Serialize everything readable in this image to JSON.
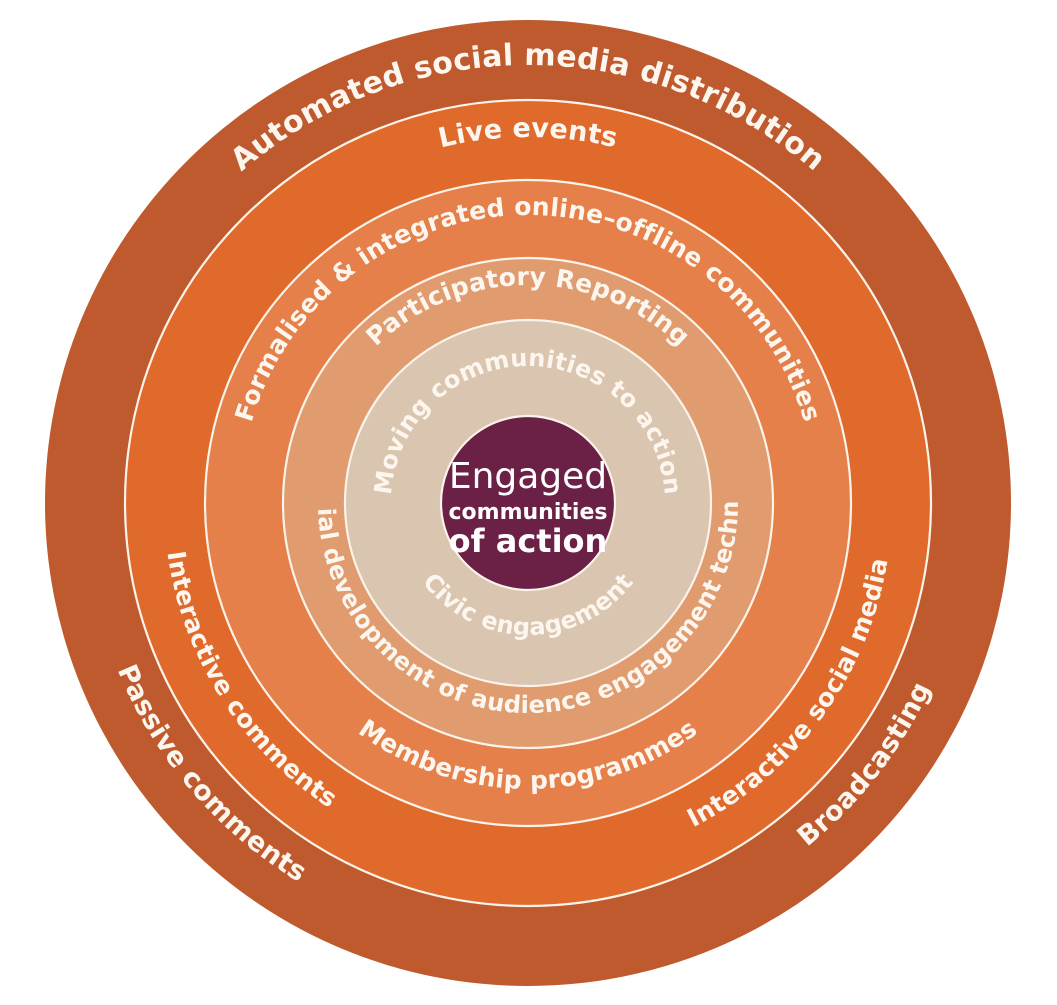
{
  "diagram": {
    "title": "Engaged communities of action",
    "type": "concentric-rings",
    "center": {
      "line1": "Engaged",
      "line2": "communities",
      "line3": "of action",
      "color": "#6b2046"
    },
    "rings": [
      {
        "index": 1,
        "name": "outermost-ring",
        "color": "#bf5a2e",
        "labels": [
          "Automated social media distribution",
          "Passive comments",
          "Broadcasting"
        ]
      },
      {
        "index": 2,
        "name": "ring-two",
        "color": "#e06a2c",
        "labels": [
          "Live events",
          "Interactive comments",
          "Interactive social media"
        ]
      },
      {
        "index": 3,
        "name": "ring-three",
        "color": "#e5804a",
        "labels": [
          "Formalised & integrated online-offline communities",
          "Membership programmes"
        ]
      },
      {
        "index": 4,
        "name": "ring-four",
        "color": "#e09b6f",
        "labels": [
          "Participatory Reporting",
          "Editorial development of audience engagement technology"
        ]
      },
      {
        "index": 5,
        "name": "innermost-ring",
        "color": "#d9c5b0",
        "labels": [
          "Moving communities to action",
          "Civic engagement"
        ]
      }
    ],
    "label_text": {
      "automated_social_media": "Automated social media distribution",
      "passive_comments": "Passive comments",
      "broadcasting": "Broadcasting",
      "live_events": "Live events",
      "interactive_comments": "Interactive comments",
      "interactive_social_media": "Interactive social media",
      "formalised_communities": "Formalised & integrated online–offline communities",
      "membership_programmes": "Membership programmes",
      "participatory_reporting": "Participatory Reporting",
      "editorial_development": "Editorial development of audience engagement technology",
      "moving_communities": "Moving communities to action",
      "civic_engagement": "Civic engagement"
    },
    "colors": {
      "background": "#ffffff",
      "separator": "#fbf3ea",
      "label_text": "#fdf6ef",
      "core": "#6b2046",
      "ring1": "#bf5a2e",
      "ring2": "#e06a2c",
      "ring3": "#e5804a",
      "ring4": "#e09b6f",
      "ring5": "#d9c5b0"
    }
  }
}
